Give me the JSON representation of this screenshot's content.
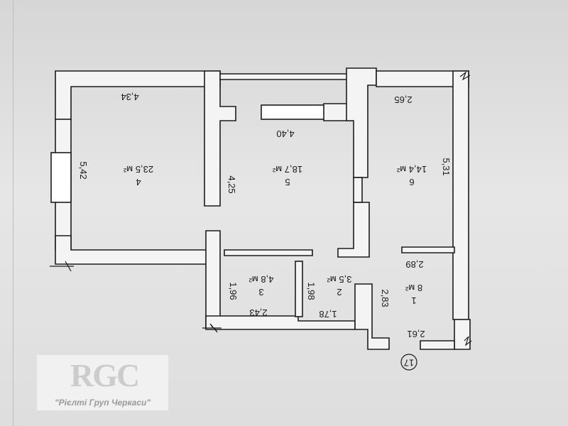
{
  "document": {
    "sheet_number": "17"
  },
  "rooms": [
    {
      "number": "4",
      "area": "23,5 м²"
    },
    {
      "number": "5",
      "area": "18,7 м²"
    },
    {
      "number": "6",
      "area": "14,4 м²"
    },
    {
      "number": "3",
      "area": "4,8 м²"
    },
    {
      "number": "2",
      "area": "3,5 м²"
    },
    {
      "number": "1",
      "area": "8 м²"
    }
  ],
  "dimensions": [
    "4,34",
    "5,42",
    "4,25",
    "4,40",
    "2,65",
    "5,31",
    "2,89",
    "2,83",
    "2,61",
    "1,96",
    "2,43",
    "1,98",
    "1,78"
  ],
  "watermark": {
    "logo": "RGC",
    "text": "\"Рієлті Груп Черкаси\""
  },
  "colors": {
    "wall": "#f4f4f4",
    "stroke": "#1c1c1c"
  }
}
